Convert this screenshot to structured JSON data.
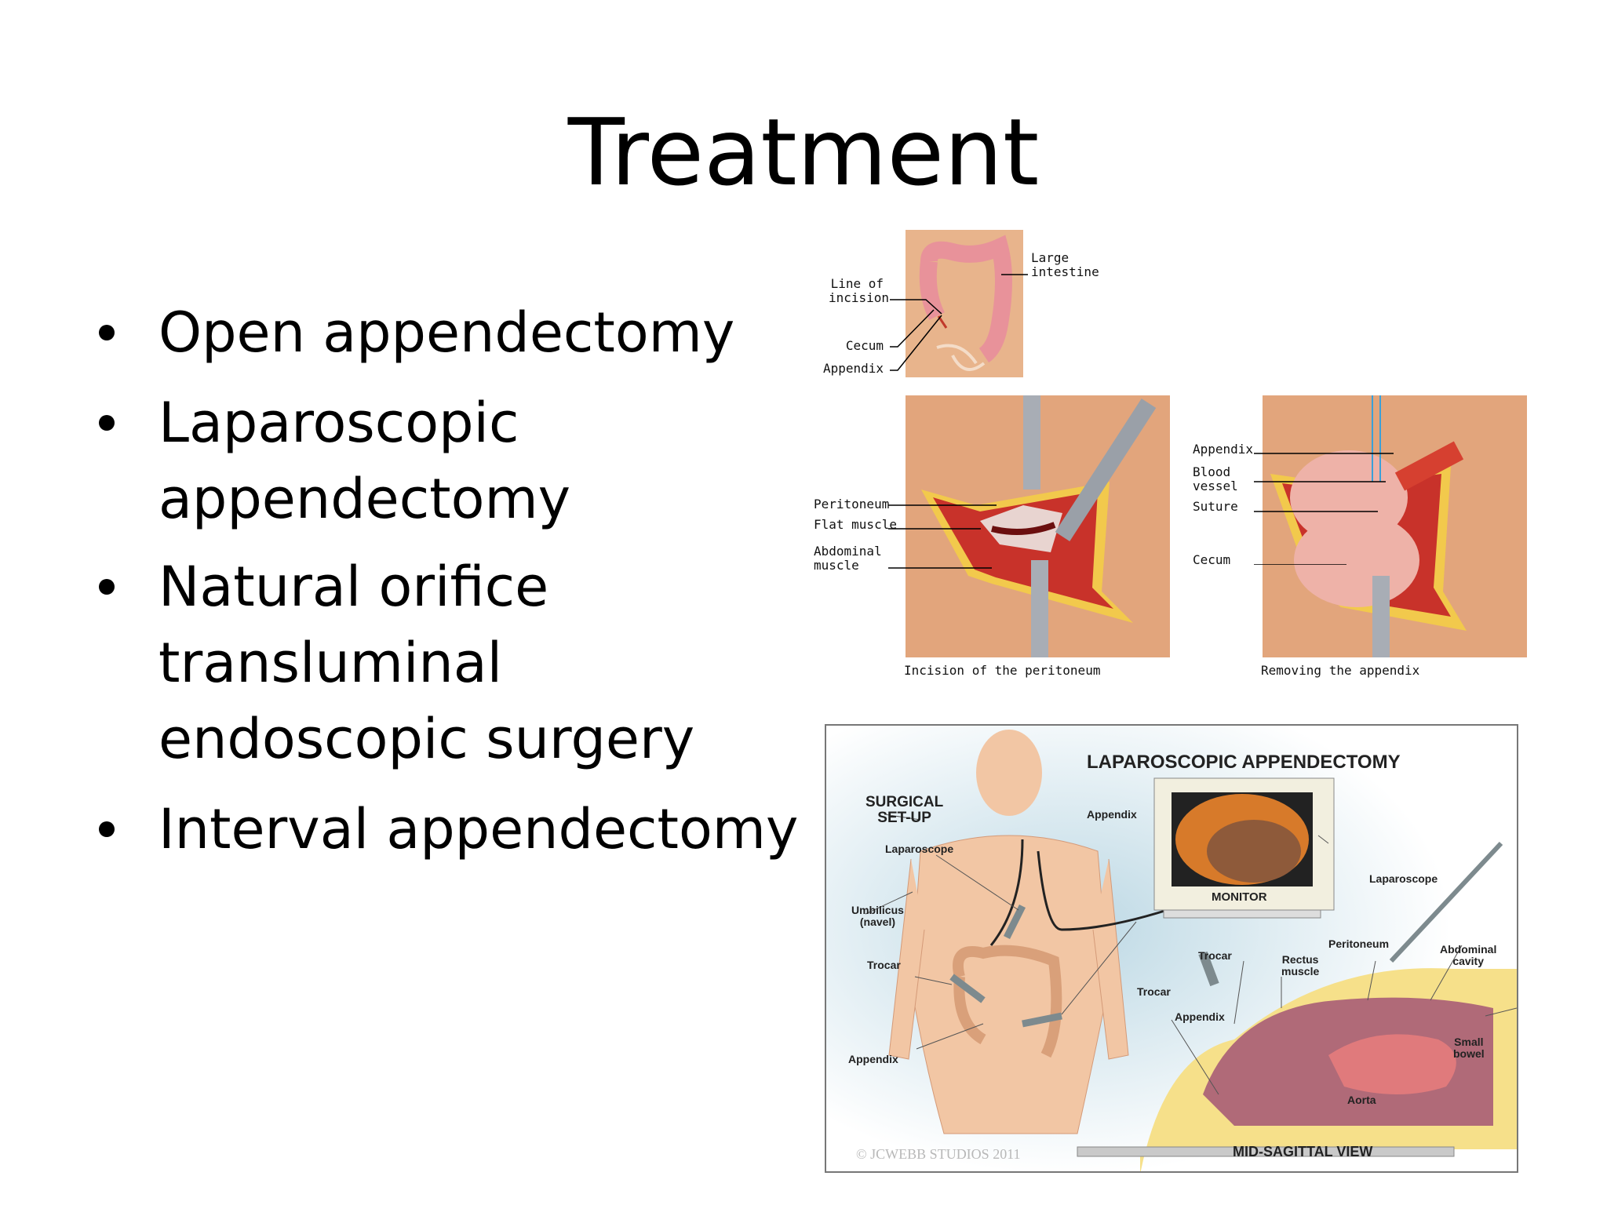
{
  "slide": {
    "title": "Treatment",
    "bullets": [
      "Open appendectomy",
      "Laparoscopic\nappendectomy",
      "Natural orifice\ntransluminal\nendoscopic surgery",
      "Interval appendectomy"
    ]
  },
  "open_figure": {
    "torso_labels": {
      "large_intestine": "Large\nintestine",
      "line_of_incision": "Line of\nincision",
      "cecum": "Cecum",
      "appendix": "Appendix"
    },
    "incision_labels": {
      "peritoneum": "Peritoneum",
      "flat_muscle": "Flat muscle",
      "abdominal_muscle": "Abdominal\nmuscle",
      "caption": "Incision of the peritoneum"
    },
    "removal_labels": {
      "appendix": "Appendix",
      "blood_vessel": "Blood\nvessel",
      "suture": "Suture",
      "cecum": "Cecum",
      "caption": "Removing the appendix"
    }
  },
  "laparoscopic_figure": {
    "title": "LAPAROSCOPIC APPENDECTOMY",
    "setup_heading": "SURGICAL\nSET-UP",
    "labels": {
      "laparoscope_left": "Laparoscope",
      "umbilicus": "Umbilicus\n(navel)",
      "trocar_left": "Trocar",
      "appendix_left": "Appendix",
      "appendix_monitor": "Appendix",
      "monitor": "MONITOR",
      "laparoscope_right": "Laparoscope",
      "peritoneum": "Peritoneum",
      "abdominal_cavity": "Abdominal\ncavity",
      "trocar_right": "Trocar",
      "rectus_muscle": "Rectus\nmuscle",
      "trocar_center": "Trocar",
      "appendix_right": "Appendix",
      "small_bowel": "Small\nbowel",
      "aorta": "Aorta"
    },
    "view_caption": "MID-SAGITTAL VIEW",
    "copyright": "© JCWEBB STUDIOS 2011"
  }
}
